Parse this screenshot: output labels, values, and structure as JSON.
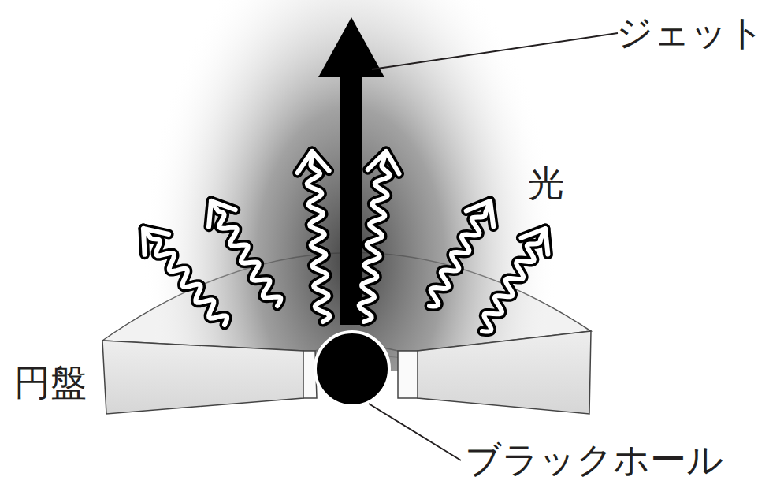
{
  "diagram": {
    "labels": [
      "ジェット",
      "光",
      "円盤",
      "ブラックホール"
    ]
  }
}
